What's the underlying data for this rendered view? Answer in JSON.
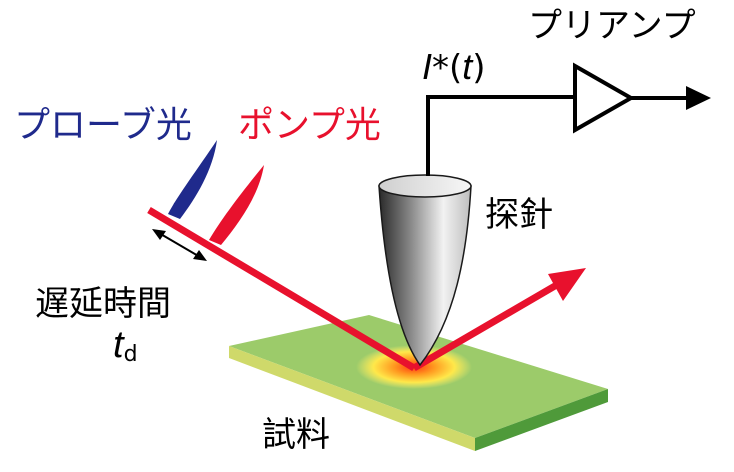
{
  "labels": {
    "preamp": "プリアンプ",
    "current_symbol": "I",
    "current_star_open": "*(",
    "current_t": "t",
    "current_close": ")",
    "probe_light": "プローブ光",
    "pump_light": "ポンプ光",
    "probe_tip": "探針",
    "delay_time": "遅延時間",
    "delay_symbol": "t",
    "delay_subscript": "d",
    "sample": "試料"
  },
  "colors": {
    "probe": "#1f2a8c",
    "pump": "#e8112d",
    "sample_top": "#9ccb6a",
    "sample_front": "#cfd96a",
    "sample_side": "#4f9a3a",
    "line": "#000000"
  },
  "icons": {
    "amplifier": "amplifier-triangle-icon",
    "double_arrow": "double-arrow-icon"
  }
}
